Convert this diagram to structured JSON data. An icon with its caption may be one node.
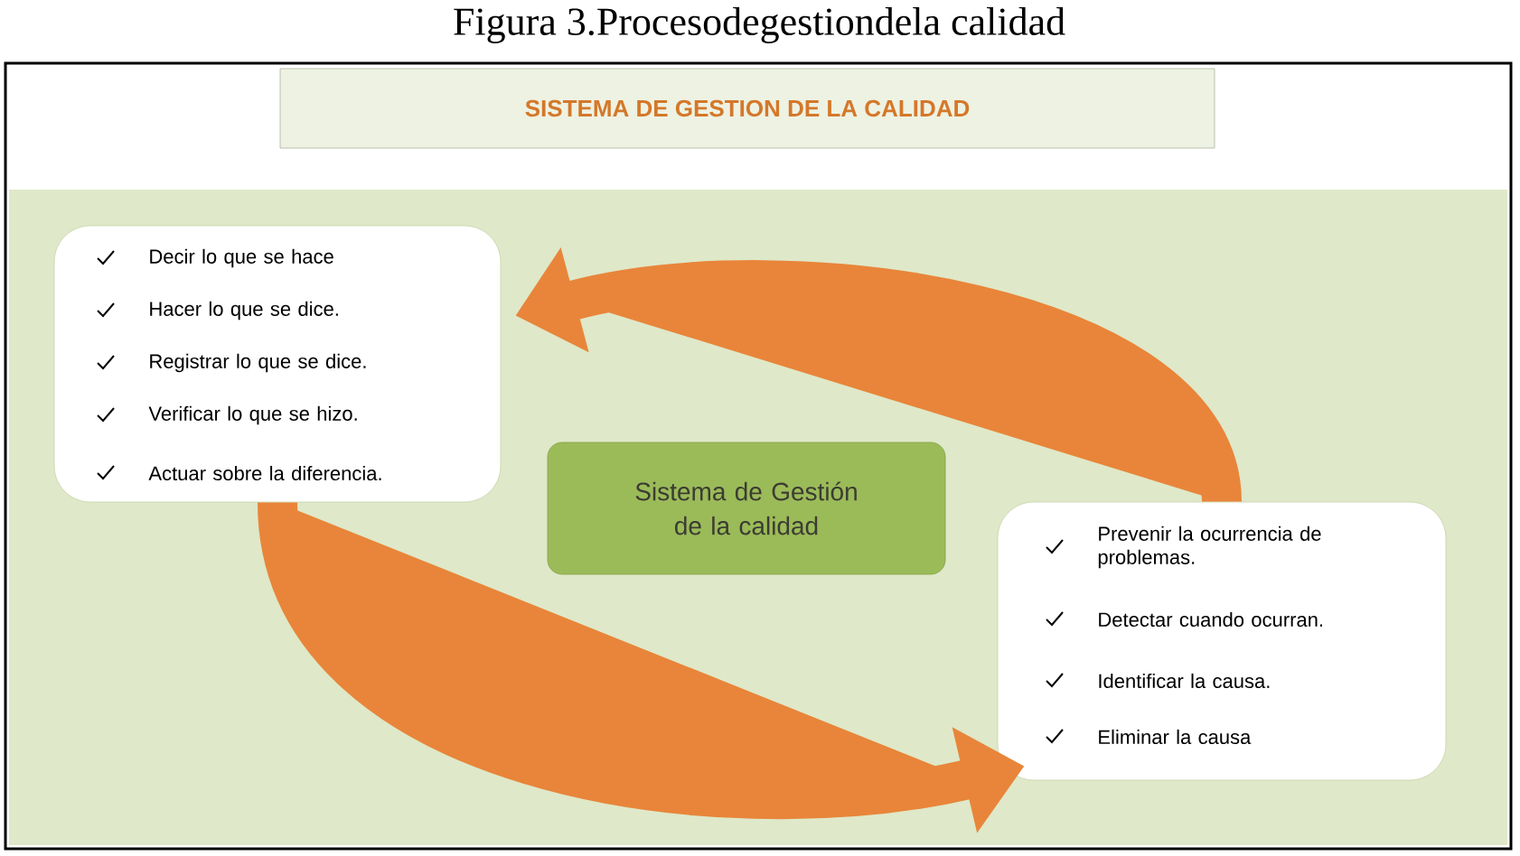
{
  "diagram": {
    "caption": "Figura 3.Procesodegestiondela calidad",
    "nodes": [
      {
        "text": [
          "SISTEMA DE GESTION DE LA CALIDAD"
        ]
      },
      {
        "text": [
          "Decir lo que se hace",
          "Hacer lo que se dice.",
          "Registrar lo que se dice.",
          "Verificar lo que se hizo.",
          "Actuar sobre la diferencia."
        ]
      },
      {
        "text": [
          "Sistema de Gestión de la calidad"
        ]
      },
      {
        "text": [
          "Prevenir la ocurrencia de problemas.",
          "Detectar cuando ocurran.",
          "Identificar la causa.",
          "Eliminar la causa"
        ]
      }
    ],
    "edges": [
      {
        "from": 3,
        "to": 1,
        "arrow": "to"
      },
      {
        "from": 1,
        "to": 3,
        "arrow": "to"
      }
    ]
  }
}
